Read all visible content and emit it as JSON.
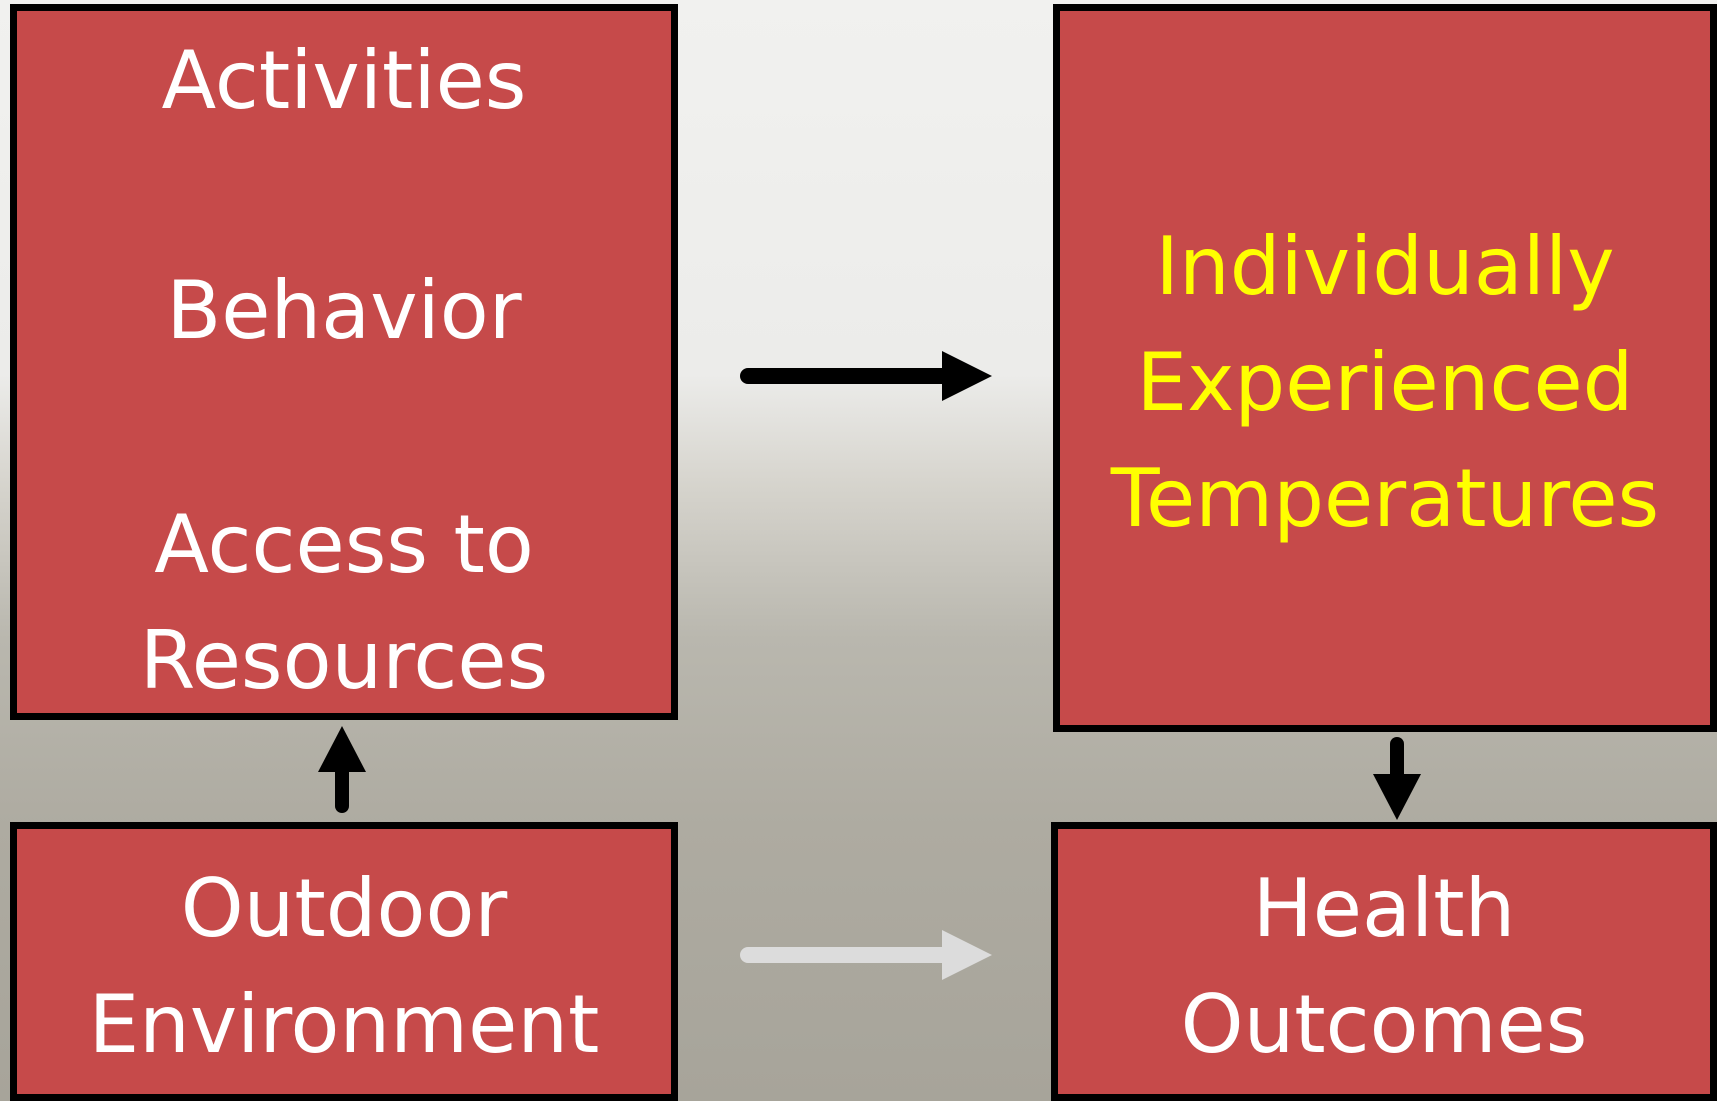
{
  "colors": {
    "box_fill": "#c64a4a",
    "box_border": "#000000",
    "label_text": "#ffffff",
    "highlight_text": "#ffff00",
    "arrow_dark": "#000000",
    "arrow_faded": "#dcdcdc"
  },
  "boxes": {
    "activities": {
      "lines": [
        "Activities",
        "Behavior",
        "Access to",
        "Resources"
      ]
    },
    "temperatures": {
      "lines": [
        "Individually",
        "Experienced",
        "Temperatures"
      ]
    },
    "environment": {
      "lines": [
        "Outdoor",
        "Environment"
      ]
    },
    "health": {
      "lines": [
        "Health",
        "Outcomes"
      ]
    }
  },
  "arrows": [
    {
      "from": "activities",
      "to": "temperatures",
      "style": "solid"
    },
    {
      "from": "environment",
      "to": "activities",
      "style": "solid"
    },
    {
      "from": "temperatures",
      "to": "health",
      "style": "solid"
    },
    {
      "from": "environment",
      "to": "health",
      "style": "faded"
    }
  ]
}
